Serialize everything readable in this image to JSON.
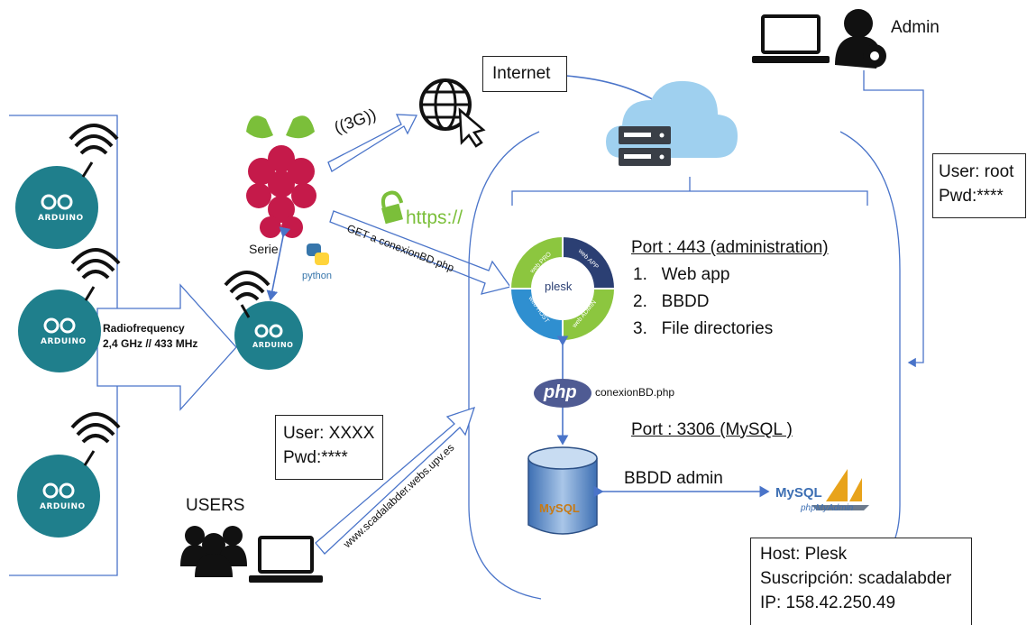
{
  "internet_label": "Internet",
  "admin_label": "Admin",
  "serie_label": "Serie",
  "python_label": "python",
  "threeg_label": "((3G))",
  "https_label": "https://",
  "get_label": "GET a conexionBD.php",
  "radio_label_line1": "Radiofrequency",
  "radio_label_line2": "2,4 GHz // 433 MHz",
  "arduino_text": "ARDUINO",
  "plesk": {
    "center_label": "plesk",
    "segments": [
      "web PRO",
      "web APP",
      "web HOST",
      "web ADMIN"
    ]
  },
  "port443": {
    "title": "Port : 443 (administration)",
    "items": [
      "1.   Web app",
      "2.   BBDD",
      "3.   File directories"
    ]
  },
  "php_label": "php",
  "conexion_label": "conexionBD.php",
  "port3306": "Port : 3306 (MySQL )",
  "bbdd_admin": "BBDD admin",
  "mysql_label": "MySQL",
  "phpmyadmin_label": "phpMyAdmin",
  "root_box": {
    "line1": "User: root",
    "line2": "Pwd:****"
  },
  "user_box": {
    "line1": "User: XXXX",
    "line2": "Pwd:****"
  },
  "users_label": "USERS",
  "url_label": "www.scadalabder.webs.upv.es",
  "host_box": {
    "line1": "Host: Plesk",
    "line2": "Suscripción: scadalabder",
    "line3": "IP: 158.42.250.49"
  },
  "colors": {
    "connector": "#4a74c9",
    "arduino_teal": "#1f7f8c",
    "plesk_green": "#8cc63f",
    "plesk_blue": "#2f8fd0",
    "plesk_navy": "#2b3f73",
    "raspberry": "#c51a4a",
    "leaf": "#7bbf3a",
    "cloud": "#9fd0ef"
  }
}
